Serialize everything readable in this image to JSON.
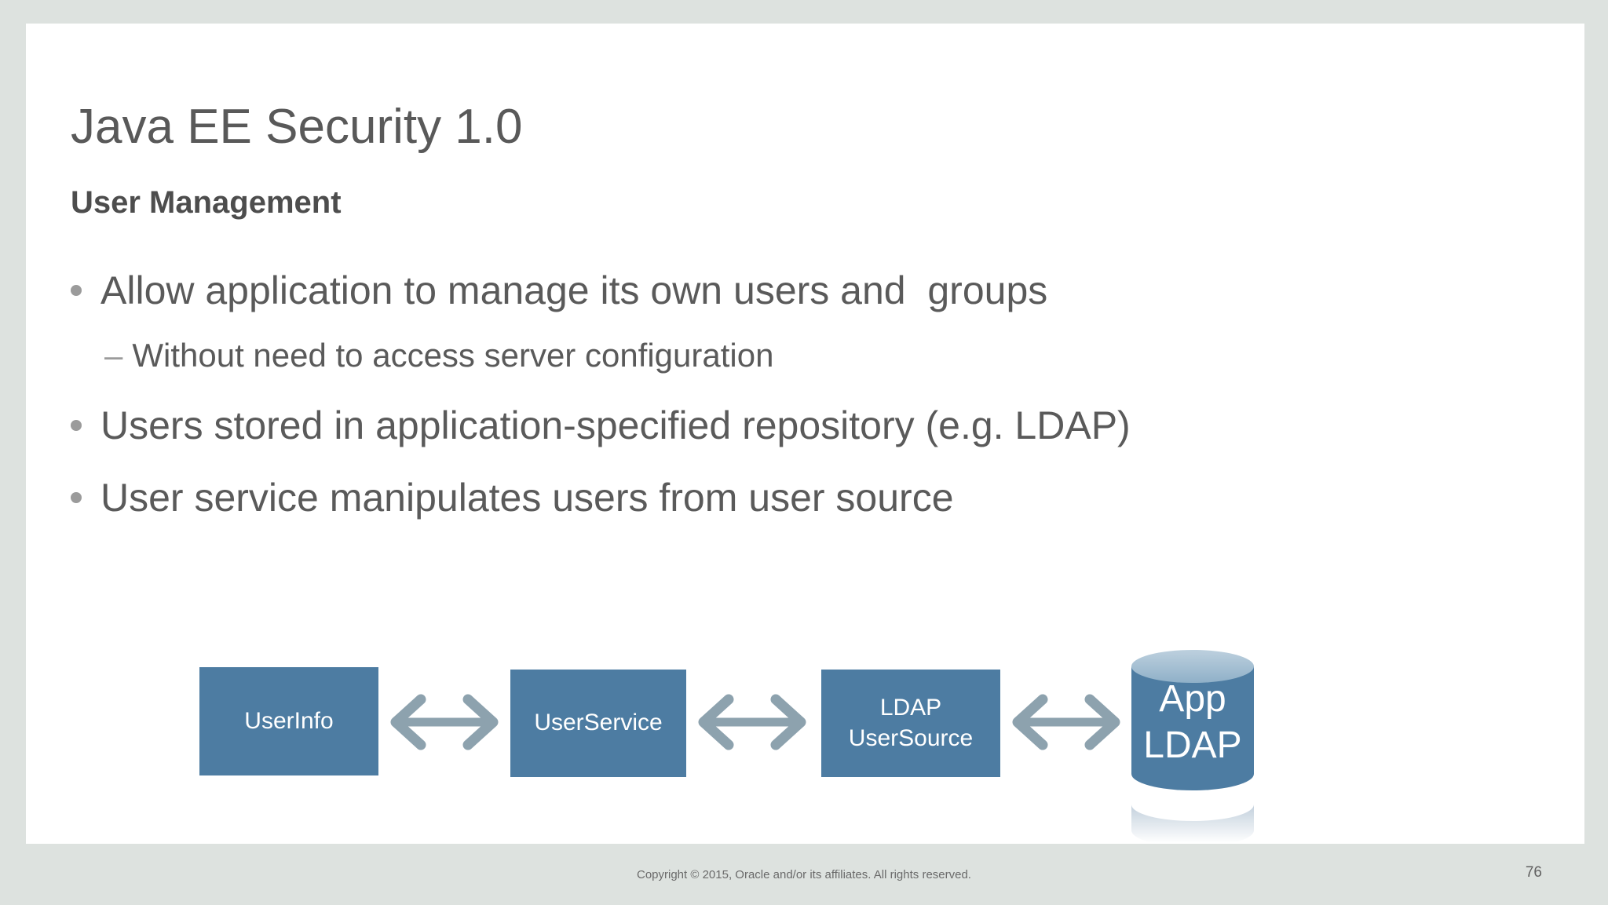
{
  "slide": {
    "title": "Java EE Security 1.0",
    "subtitle": "User Management",
    "bullets": [
      {
        "level": 1,
        "text": "Allow application to manage its own users and  groups"
      },
      {
        "level": 2,
        "marker": "–",
        "text": "Without need to access server configuration"
      },
      {
        "level": 1,
        "text": "Users stored in application-specified repository (e.g. LDAP)"
      },
      {
        "level": 1,
        "text": "User service manipulates users from user source"
      }
    ]
  },
  "diagram": {
    "nodes": [
      {
        "type": "box",
        "label": "UserInfo"
      },
      {
        "type": "box",
        "label": "UserService"
      },
      {
        "type": "box",
        "line1": "LDAP",
        "line2": "UserSource"
      },
      {
        "type": "database-cylinder",
        "line1": "App",
        "line2": "LDAP"
      }
    ],
    "connectors": [
      {
        "from": "UserInfo",
        "to": "UserService",
        "style": "double-headed-arrow"
      },
      {
        "from": "UserService",
        "to": "LDAP UserSource",
        "style": "double-headed-arrow"
      },
      {
        "from": "LDAP UserSource",
        "to": "App LDAP",
        "style": "double-headed-arrow"
      }
    ]
  },
  "footer": {
    "copyright": "Copyright © 2015, Oracle and/or its affiliates. All rights reserved.",
    "page_number": "76"
  },
  "colors": {
    "page_background": "#dde2df",
    "slide_background": "#ffffff",
    "title_text": "#595959",
    "body_text": "#5a5a5a",
    "node_fill": "#4d7ca2",
    "node_text": "#ffffff",
    "arrow": "#8da2ae",
    "cylinder_top": "#a9c1d4"
  }
}
